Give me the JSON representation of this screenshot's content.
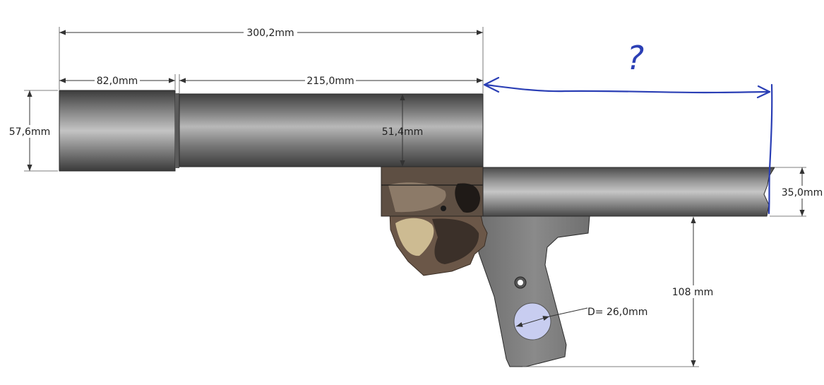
{
  "dimensions": {
    "overall_length": "300,2mm",
    "front_section_length": "82,0mm",
    "rear_section_length": "215,0mm",
    "front_diameter": "57,6mm",
    "rear_diameter": "51,4mm",
    "lower_tube_diameter": "35,0mm",
    "grip_height": "108 mm",
    "grip_hole_diameter": "D= 26,0mm"
  },
  "annotation": {
    "question_mark": "?"
  },
  "colors": {
    "tube_dark": "#3a3a3a",
    "tube_light": "#bdbdbd",
    "grip": "#7c7c7c",
    "hole": "#c8cdf0",
    "annotation_blue": "#2b3fb5",
    "camo_brown": "#6b5748",
    "camo_tan": "#cdbb92"
  }
}
